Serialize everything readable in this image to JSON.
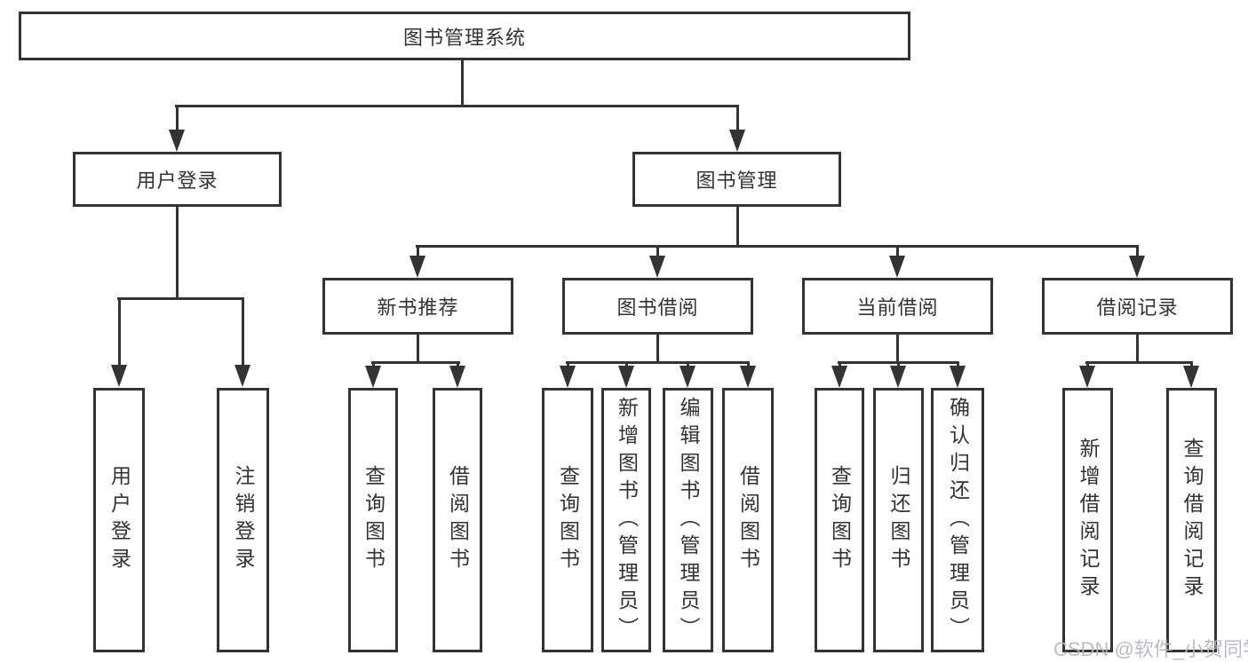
{
  "diagram": {
    "tree": {
      "label": "图书管理系统",
      "children": [
        {
          "label": "用户登录",
          "children": [
            {
              "label": "用户登录"
            },
            {
              "label": "注销登录"
            }
          ]
        },
        {
          "label": "图书管理",
          "children": [
            {
              "label": "新书推荐",
              "children": [
                {
                  "label": "查询图书"
                },
                {
                  "label": "借阅图书"
                }
              ]
            },
            {
              "label": "图书借阅",
              "children": [
                {
                  "label": "查询图书"
                },
                {
                  "label": "新增图书（管理员）"
                },
                {
                  "label": "编辑图书（管理员）"
                },
                {
                  "label": "借阅图书"
                }
              ]
            },
            {
              "label": "当前借阅",
              "children": [
                {
                  "label": "查询图书"
                },
                {
                  "label": "归还图书"
                },
                {
                  "label": "确认归还（管理员）"
                }
              ]
            },
            {
              "label": "借阅记录",
              "children": [
                {
                  "label": "新增借阅记录"
                },
                {
                  "label": "查询借阅记录"
                }
              ]
            }
          ]
        }
      ]
    },
    "colors": {
      "line": "#333333",
      "text": "#333333",
      "box_fill": "#ffffff",
      "background": "#ffffff",
      "watermark": "#b4b8bd"
    }
  },
  "watermark": {
    "text": "CSDN @软件_小贺同学"
  }
}
